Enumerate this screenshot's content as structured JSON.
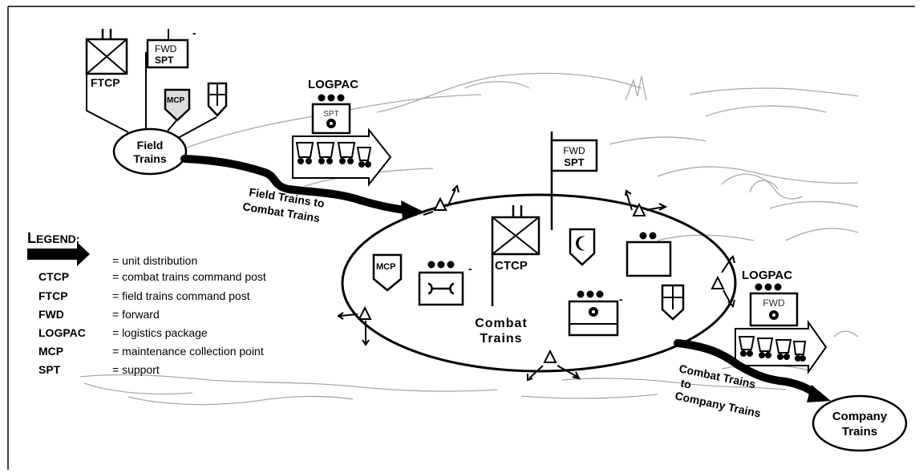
{
  "legend": {
    "title_first": "L",
    "title_rest": "EGEND:",
    "arrow_desc": "= unit distribution",
    "items": [
      {
        "abbr": "CTCP",
        "desc": "= combat trains command post"
      },
      {
        "abbr": "FTCP",
        "desc": "= field trains command post"
      },
      {
        "abbr": "FWD",
        "desc": "= forward"
      },
      {
        "abbr": "LOGPAC",
        "desc": "= logistics package"
      },
      {
        "abbr": "MCP",
        "desc": "= maintenance collection point"
      },
      {
        "abbr": "SPT",
        "desc": "= support"
      }
    ]
  },
  "labels": {
    "field_trains_1": "Field",
    "field_trains_2": "Trains",
    "ftcp": "FTCP",
    "fwd": "FWD",
    "spt": "SPT",
    "mcp": "MCP",
    "logpac": "LOGPAC",
    "ctcp": "CTCP",
    "combat_trains_1": "Combat",
    "combat_trains_2": "Trains",
    "route1_line1": "Field Trains to",
    "route1_line2": "Combat Trains",
    "route2_line1": "Combat Trains",
    "route2_line2": "to",
    "route2_line3": "Company Trains",
    "company_trains_1": "Company",
    "company_trains_2": "Trains",
    "minus": "-"
  },
  "colors": {
    "ink": "#000000",
    "landscape": "#9a9a9a",
    "symbol_fill": "#ffffff",
    "shadow": "#d0d0d0"
  }
}
